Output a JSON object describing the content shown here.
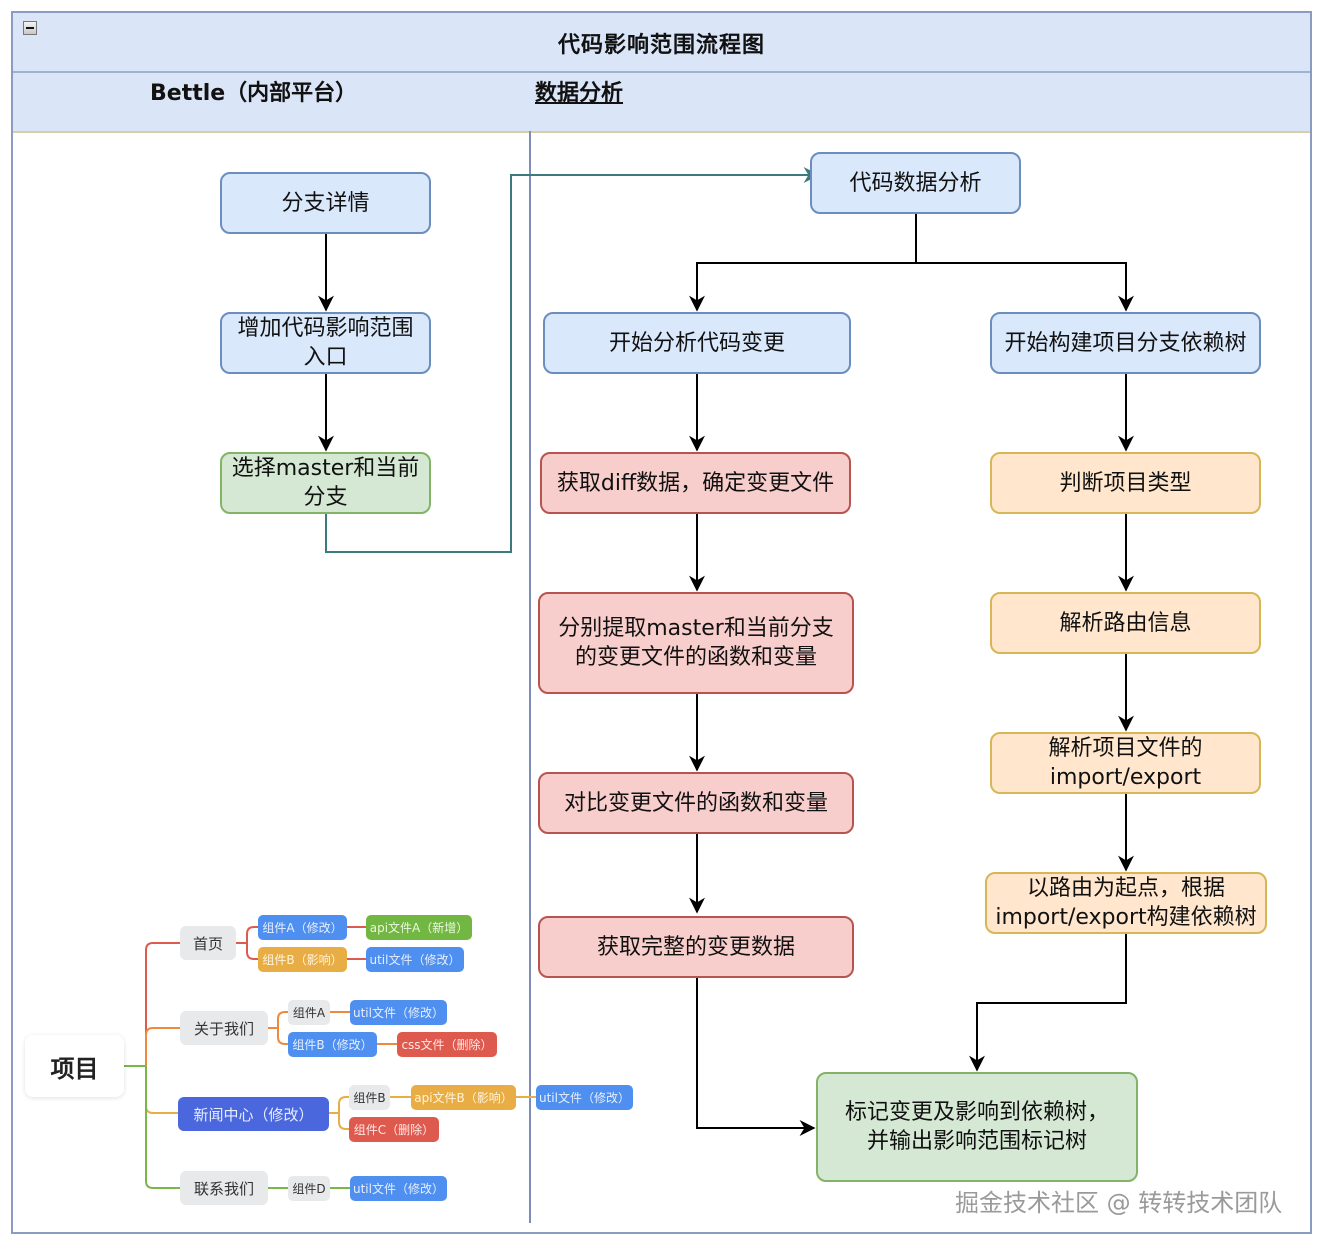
{
  "pool": {
    "title": "代码影响范围流程图",
    "collapse_icon": "minus-square-icon"
  },
  "lanes": {
    "left": "Bettle（内部平台）",
    "right": "数据分析"
  },
  "nodes": {
    "branch_detail": "分支详情",
    "add_entry": "增加代码影响范围\n入口",
    "select_branch": "选择master和当前\n分支",
    "code_analysis": "代码数据分析",
    "start_change": "开始分析代码变更",
    "get_diff": "获取diff数据，确定变更文件",
    "extract": "分别提取master和当前分支\n的变更文件的函数和变量",
    "compare": "对比变更文件的函数和变量",
    "full_change": "获取完整的变更数据",
    "start_tree": "开始构建项目分支依赖树",
    "judge_type": "判断项目类型",
    "parse_route": "解析路由信息",
    "parse_import": "解析项目文件的\nimport/export",
    "build_tree": "以路由为起点，根据\nimport/export构建依赖树",
    "mark_output": "标记变更及影响到依赖树，\n并输出影响范围标记树"
  },
  "colors": {
    "blue_fill": "#dae8fc",
    "blue_stroke": "#6c8ebf",
    "green_fill": "#d5e8d4",
    "green_stroke": "#82b366",
    "red_fill": "#f8cecc",
    "red_stroke": "#b85450",
    "orange_fill": "#ffe6cc",
    "orange_stroke": "#d6b656",
    "teal_connector": "#3d7a7e"
  },
  "mindmap": {
    "root": "项目",
    "home": {
      "label": "首页",
      "children": [
        {
          "label": "组件A（修改）",
          "child": "api文件A（新增）"
        },
        {
          "label": "组件B（影响）",
          "child": "util文件（修改）"
        }
      ]
    },
    "about": {
      "label": "关于我们",
      "children": [
        {
          "label": "组件A",
          "child": "util文件（修改）"
        },
        {
          "label": "组件B（修改）",
          "child": "css文件（删除）"
        }
      ]
    },
    "news": {
      "label": "新闻中心（修改）",
      "children": [
        {
          "label": "组件B",
          "child": "api文件B（影响）",
          "grandchild": "util文件（修改）"
        },
        {
          "label": "组件C（删除）"
        }
      ]
    },
    "contact": {
      "label": "联系我们",
      "children": [
        {
          "label": "组件D",
          "child": "util文件（修改）"
        }
      ]
    }
  },
  "watermark": "掘金技术社区 @ 转转技术团队"
}
